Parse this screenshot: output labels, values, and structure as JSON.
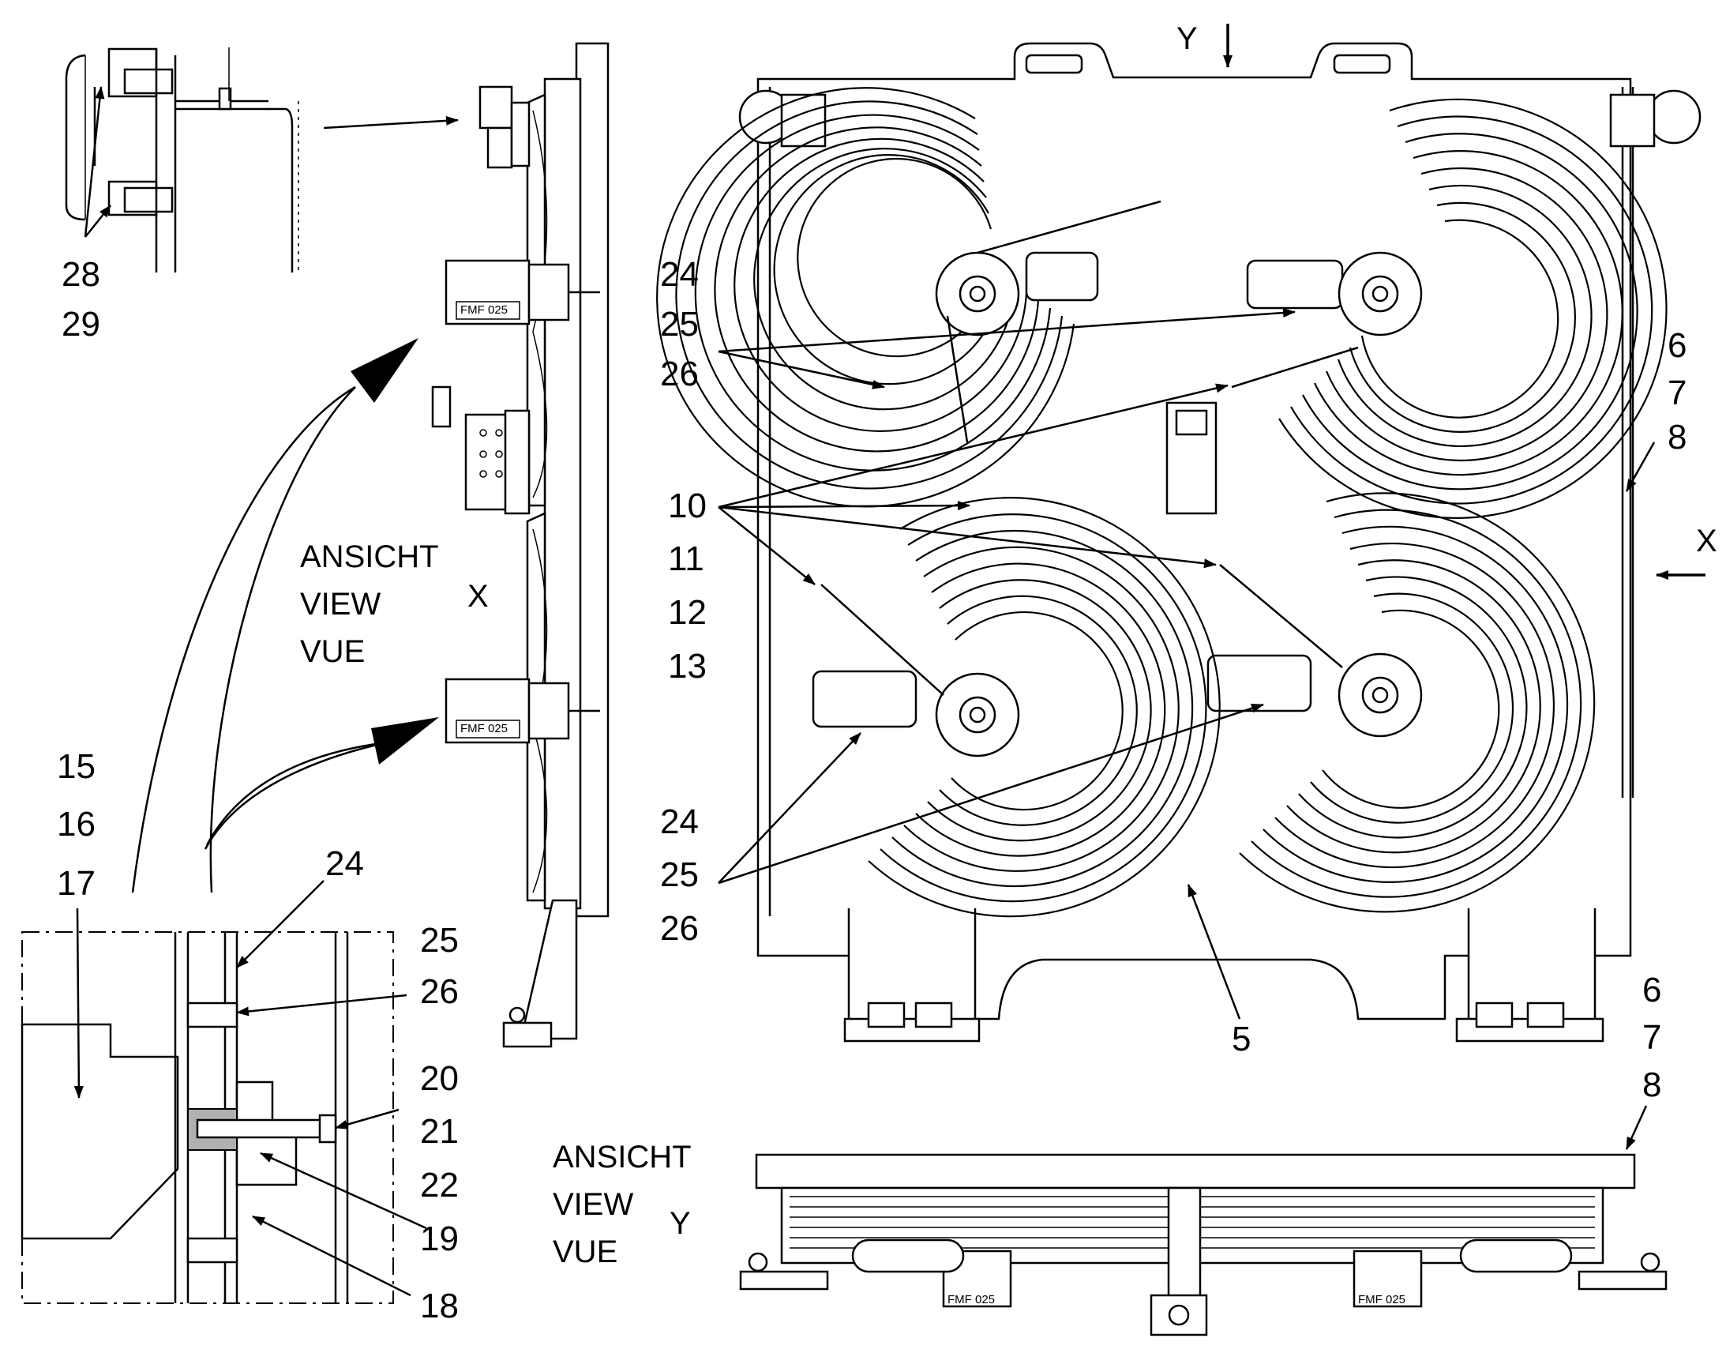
{
  "views": {
    "view_x": {
      "title_lines": [
        "ANSICHT",
        "VIEW",
        "VUE"
      ],
      "letter": "X"
    },
    "view_y": {
      "title_lines": [
        "ANSICHT",
        "VIEW",
        "VUE"
      ],
      "letter": "Y"
    },
    "main_view_marks": {
      "y_arrow": "Y",
      "x_arrow": "X"
    }
  },
  "motor_tag": "FMF 025",
  "callouts": {
    "detail_top": [
      "28",
      "29"
    ],
    "detail_bottom_left": [
      "15",
      "16",
      "17"
    ],
    "detail_bottom_right": [
      "24",
      "25",
      "26",
      "20",
      "21",
      "22",
      "19",
      "18"
    ],
    "main_upper_left": [
      "24",
      "25",
      "26"
    ],
    "main_mid": [
      "10",
      "11",
      "12",
      "13"
    ],
    "main_lower_left": [
      "24",
      "25",
      "26"
    ],
    "main_right_upper": [
      "6",
      "7",
      "8"
    ],
    "main_right_lower": [
      "6",
      "7",
      "8"
    ],
    "main_bottom": [
      "5"
    ]
  }
}
